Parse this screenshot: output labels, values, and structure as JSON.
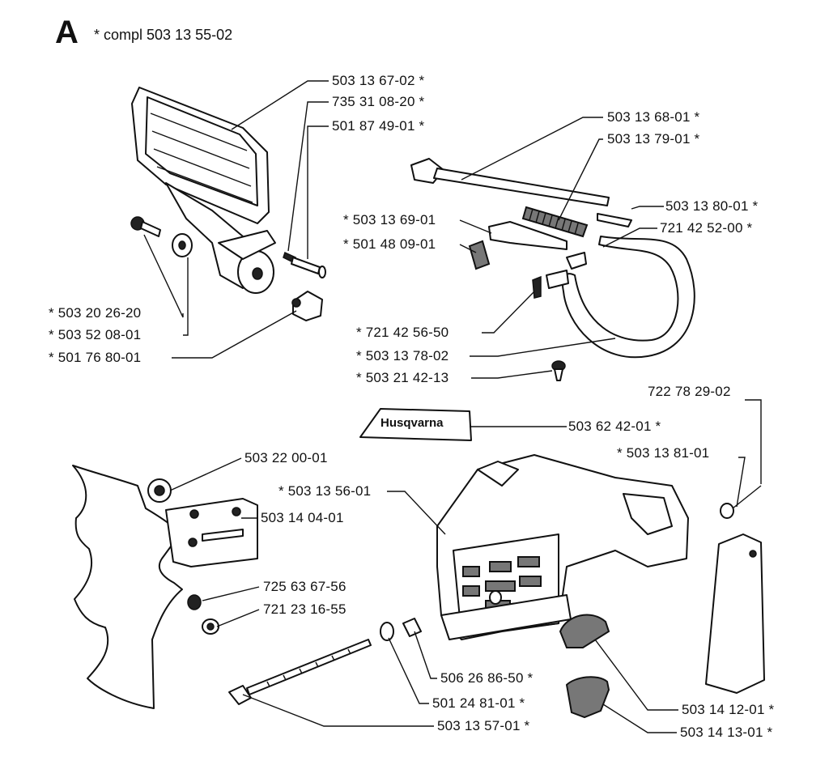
{
  "header": {
    "letter": "A",
    "text": "* compl 503 13 55-02"
  },
  "brand_text": "Husqvarna",
  "labels": [
    {
      "id": "lbl-01",
      "text": "503 13 67-02  *"
    },
    {
      "id": "lbl-02",
      "text": "735 31 08-20  *"
    },
    {
      "id": "lbl-03",
      "text": "501 87 49-01  *"
    },
    {
      "id": "lbl-04",
      "text": "503 13 68-01  *"
    },
    {
      "id": "lbl-05",
      "text": "503 13 79-01  *"
    },
    {
      "id": "lbl-06",
      "text": "503 13 80-01  *"
    },
    {
      "id": "lbl-07",
      "text": "721 42 52-00  *"
    },
    {
      "id": "lbl-08",
      "text": "*  503 13 69-01"
    },
    {
      "id": "lbl-09",
      "text": "*  501 48 09-01"
    },
    {
      "id": "lbl-10",
      "text": "*  503 20 26-20"
    },
    {
      "id": "lbl-11",
      "text": "*  503 52 08-01"
    },
    {
      "id": "lbl-12",
      "text": "*  501 76 80-01"
    },
    {
      "id": "lbl-13",
      "text": "*  721 42 56-50"
    },
    {
      "id": "lbl-14",
      "text": "*  503 13 78-02"
    },
    {
      "id": "lbl-15",
      "text": "*  503 21 42-13"
    },
    {
      "id": "lbl-16",
      "text": "722 78 29-02"
    },
    {
      "id": "lbl-17",
      "text": "503 62 42-01  *"
    },
    {
      "id": "lbl-18",
      "text": "*  503 13 81-01"
    },
    {
      "id": "lbl-19",
      "text": "503 22 00-01"
    },
    {
      "id": "lbl-20",
      "text": "*  503 13 56-01"
    },
    {
      "id": "lbl-21",
      "text": "503 14 04-01"
    },
    {
      "id": "lbl-22",
      "text": "725 63 67-56"
    },
    {
      "id": "lbl-23",
      "text": "721 23 16-55"
    },
    {
      "id": "lbl-24",
      "text": "506 26 86-50  *"
    },
    {
      "id": "lbl-25",
      "text": "501 24 81-01  *"
    },
    {
      "id": "lbl-26",
      "text": "503 13 57-01  *"
    },
    {
      "id": "lbl-27",
      "text": "503 14 12-01  *"
    },
    {
      "id": "lbl-28",
      "text": "503 14 13-01  *"
    }
  ]
}
